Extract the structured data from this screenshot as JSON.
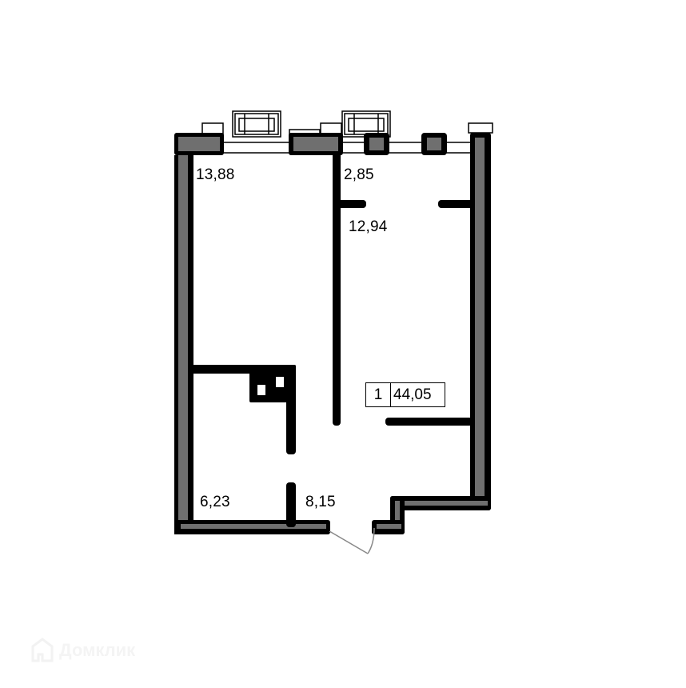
{
  "plan": {
    "type": "apartment floor plan",
    "summary": {
      "rooms": "1",
      "total_area": "44,05"
    },
    "rooms": [
      {
        "id": "living-room",
        "area": "13,88"
      },
      {
        "id": "balcony-loggia",
        "area": "2,85"
      },
      {
        "id": "kitchen",
        "area": "12,94"
      },
      {
        "id": "bathroom",
        "area": "6,23"
      },
      {
        "id": "hallway",
        "area": "8,15"
      }
    ]
  },
  "watermark": {
    "text": "Домклик"
  },
  "colors": {
    "wall_outline": "#000000",
    "wall_fill": "#6f6f6f",
    "background": "#ffffff",
    "door_arc": "#888888"
  }
}
